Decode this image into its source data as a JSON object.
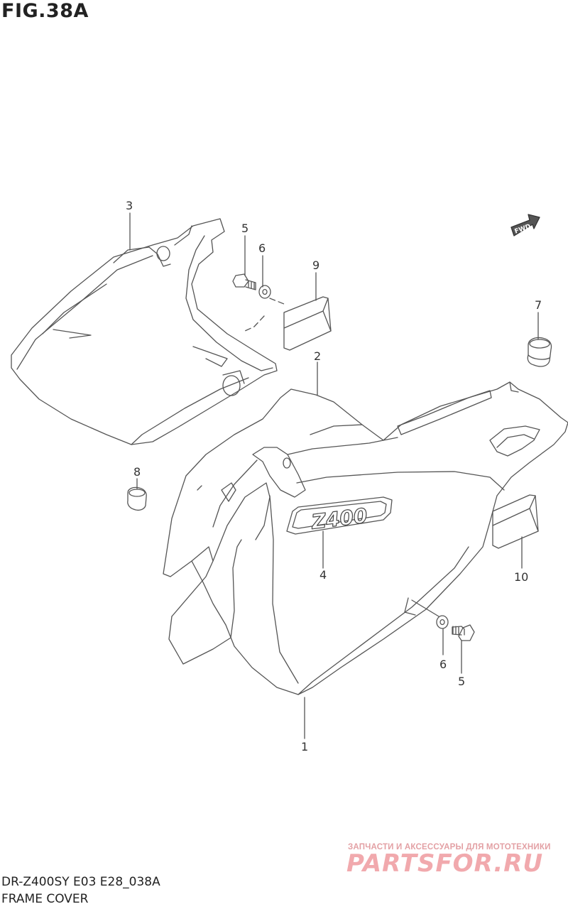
{
  "figure": {
    "title": "FIG.38A"
  },
  "callouts": [
    {
      "id": "c3",
      "label": "3"
    },
    {
      "id": "c5a",
      "label": "5"
    },
    {
      "id": "c6a",
      "label": "6"
    },
    {
      "id": "c9",
      "label": "9"
    },
    {
      "id": "c7",
      "label": "7"
    },
    {
      "id": "c2",
      "label": "2"
    },
    {
      "id": "c8",
      "label": "8"
    },
    {
      "id": "c4",
      "label": "4"
    },
    {
      "id": "c10",
      "label": "10"
    },
    {
      "id": "c6b",
      "label": "6"
    },
    {
      "id": "c5b",
      "label": "5"
    },
    {
      "id": "c1",
      "label": "1"
    }
  ],
  "fwd_arrow": {
    "label": "FWD"
  },
  "emblem": {
    "text": "Z400"
  },
  "footer": {
    "model_code": "DR-Z400SY E03 E28_038A",
    "section_name": "FRAME COVER"
  },
  "watermark": {
    "tagline": "ЗАПЧАСТИ И АКСЕССУАРЫ ДЛЯ МОТОТЕХНИКИ",
    "logo": "PARTSFOR.RU"
  },
  "colors": {
    "line": "#555555",
    "text": "#222222",
    "watermark": "#f1a9ad"
  }
}
